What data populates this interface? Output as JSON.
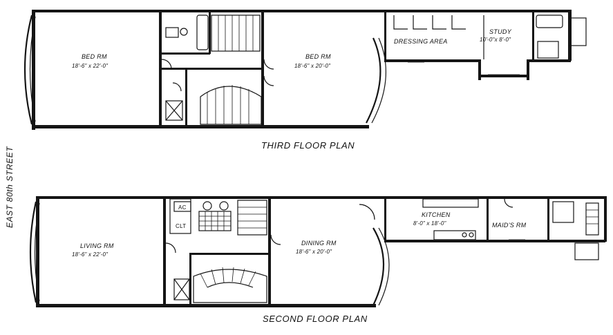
{
  "street": "EAST 80th STREET",
  "third_floor": {
    "title": "THIRD FLOOR PLAN",
    "rooms": [
      {
        "name": "BED RM",
        "dims": "18'-6\" x 22'-0\""
      },
      {
        "name": "BED RM",
        "dims": "18'-6\" x 20'-0\""
      },
      {
        "name": "DRESSING AREA"
      },
      {
        "name": "STUDY",
        "dims": "10'-0\"x 8'-0\""
      }
    ]
  },
  "second_floor": {
    "title": "SECOND FLOOR PLAN",
    "rooms": [
      {
        "name": "LIVING RM",
        "dims": "18'-6\" x 22'-0\""
      },
      {
        "name": "DINING RM",
        "dims": "18'-6\" x 20'-0\""
      },
      {
        "name": "KITCHEN",
        "dims": "8'-0\" x 18'-0\""
      },
      {
        "name": "MAID'S RM"
      },
      {
        "name": "AC"
      },
      {
        "name": "CLT"
      }
    ]
  }
}
